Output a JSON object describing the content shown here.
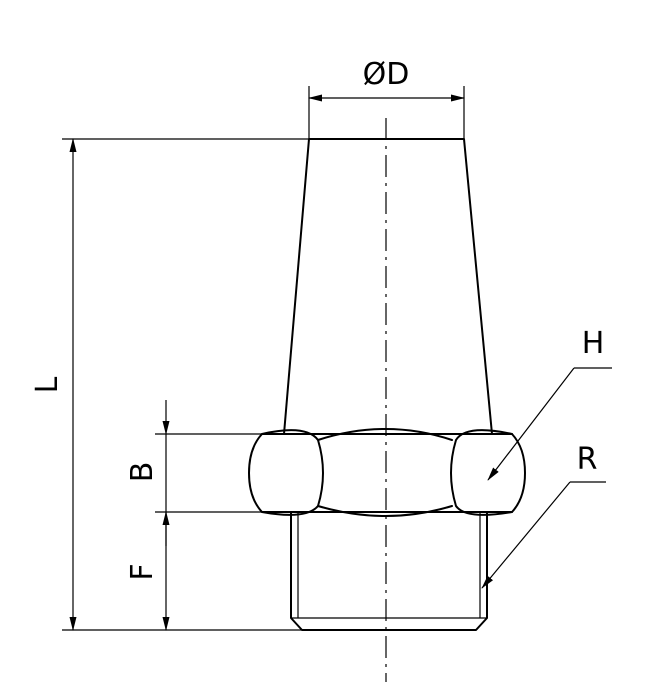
{
  "drawing": {
    "labels": {
      "diameter": "ØD",
      "length": "L",
      "hex_height": "B",
      "thread_length": "F",
      "hex_size": "H",
      "thread": "R"
    },
    "colors": {
      "line": "#000000",
      "background": "#ffffff"
    }
  }
}
